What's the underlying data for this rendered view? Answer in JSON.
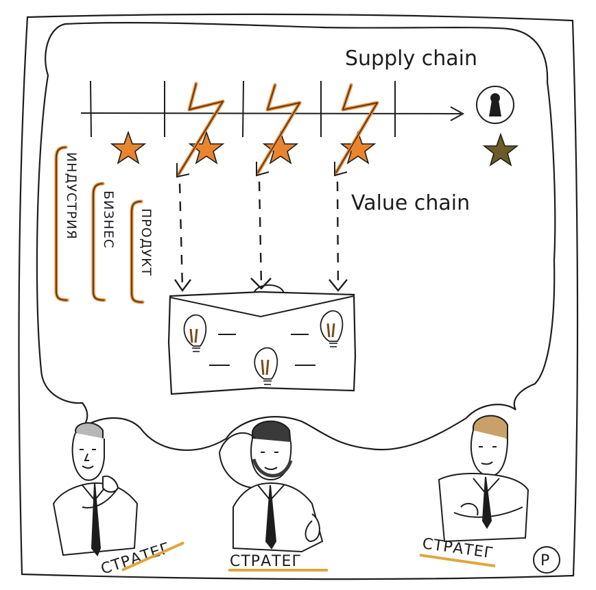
{
  "labels": {
    "supply_chain": "Supply chain",
    "value_chain": "Value chain",
    "levels": [
      "ИНДУСТРИЯ",
      "БИЗНЕС",
      "ПРОДУКТ"
    ],
    "strategist": "СТРАТЕГ",
    "corner_mark": "Р"
  },
  "icons": {
    "goal": "keyhole-icon",
    "node": "star-icon",
    "disruption": "lightning-icon",
    "idea": "light-bulb-icon"
  },
  "colors": {
    "ink": "#1c1c1c",
    "orange": "#e9852e",
    "star_dark": "#6b5a2a",
    "underline": "#e0a63c",
    "bracket": "#e38a33"
  }
}
